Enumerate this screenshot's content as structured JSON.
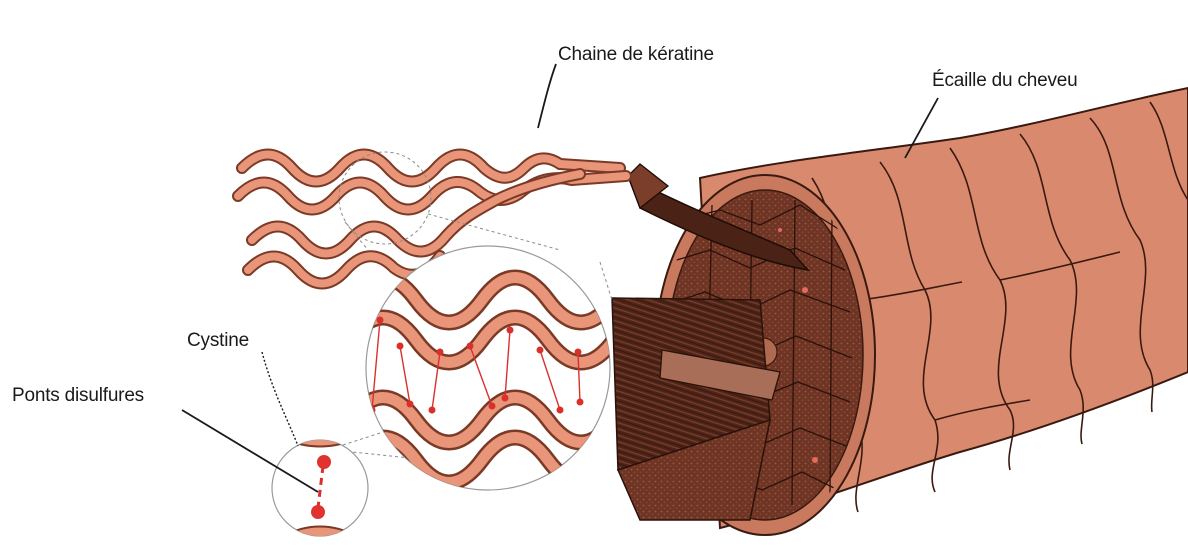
{
  "labels": {
    "keratin_chain": "Chaine de kératine",
    "hair_scale": "Écaille du cheveu",
    "cystine": "Cystine",
    "disulfide_bridges": "Ponts disulfures"
  },
  "colors": {
    "strand": "#e9957a",
    "strand_outline": "#7a3a26",
    "cuticle": "#d98a6e",
    "cortex_dark": "#5a2a1c",
    "cortex_mid": "#7d3e2a",
    "bridge_red": "#d9302c",
    "leader_line": "#1a1a1a"
  }
}
